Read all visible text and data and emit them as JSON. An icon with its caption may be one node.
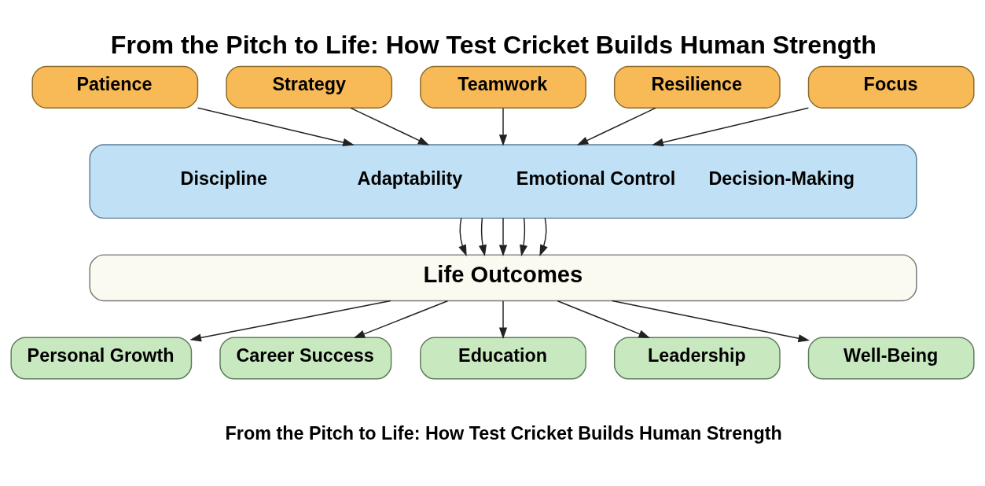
{
  "diagram": {
    "title": "From the Pitch to Life: How Test Cricket Builds Human Strength",
    "caption": "From the Pitch to Life: How Test Cricket Builds Human Strength",
    "nodes": [
      {
        "text": [
          "Patience"
        ]
      },
      {
        "text": [
          "Strategy"
        ]
      },
      {
        "text": [
          "Teamwork"
        ]
      },
      {
        "text": [
          "Resilience"
        ]
      },
      {
        "text": [
          "Focus"
        ]
      },
      {
        "text": [
          "Discipline",
          "Adaptability",
          "Emotional Control",
          "Decision-Making"
        ]
      },
      {
        "text": [
          "Life Outcomes"
        ]
      },
      {
        "text": [
          "Personal Growth"
        ]
      },
      {
        "text": [
          "Career Success"
        ]
      },
      {
        "text": [
          "Education"
        ]
      },
      {
        "text": [
          "Leadership"
        ]
      },
      {
        "text": [
          "Well-Being"
        ]
      }
    ],
    "edges": [
      {
        "from": 0,
        "to": 5,
        "arrow": "to"
      },
      {
        "from": 1,
        "to": 5,
        "arrow": "to"
      },
      {
        "from": 2,
        "to": 5,
        "arrow": "to"
      },
      {
        "from": 3,
        "to": 5,
        "arrow": "to"
      },
      {
        "from": 4,
        "to": 5,
        "arrow": "to"
      },
      {
        "from": 5,
        "to": 6,
        "arrow": "to"
      },
      {
        "from": 5,
        "to": 6,
        "arrow": "to"
      },
      {
        "from": 5,
        "to": 6,
        "arrow": "to"
      },
      {
        "from": 5,
        "to": 6,
        "arrow": "to"
      },
      {
        "from": 5,
        "to": 6,
        "arrow": "to"
      },
      {
        "from": 6,
        "to": 7,
        "arrow": "to"
      },
      {
        "from": 6,
        "to": 8,
        "arrow": "to"
      },
      {
        "from": 6,
        "to": 9,
        "arrow": "to"
      },
      {
        "from": 6,
        "to": 10,
        "arrow": "to"
      },
      {
        "from": 6,
        "to": 11,
        "arrow": "to"
      }
    ]
  }
}
